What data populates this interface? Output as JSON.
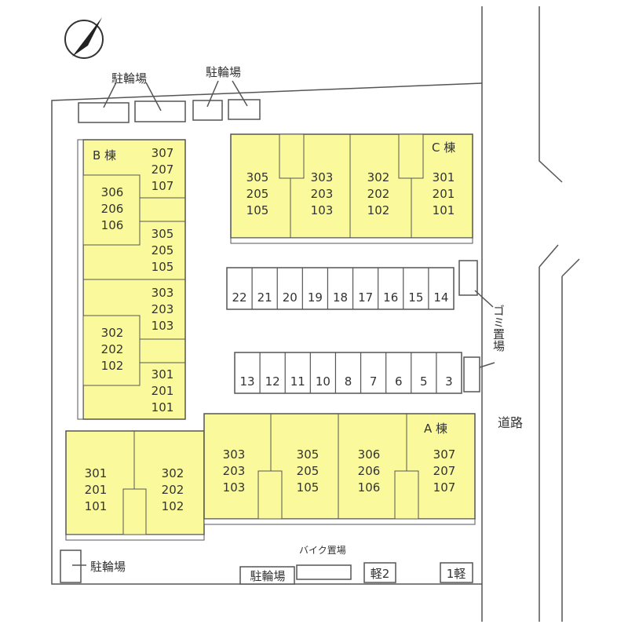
{
  "colors": {
    "building": "#fafa9c",
    "line": "#555555",
    "ground": "#ffffff"
  },
  "icons": {
    "compass": "north-arrow-icon"
  },
  "labels": {
    "bicycle_parking": "駐輪場",
    "garbage": "ゴミ置場",
    "road": "道路",
    "bike_parking": "バイク置場",
    "kei2": "軽2",
    "kei1": "1軽"
  },
  "building_c": {
    "name": "C 棟",
    "units": [
      "305\n205\n105",
      "303\n203\n103",
      "302\n202\n102",
      "301\n201\n101"
    ]
  },
  "building_b": {
    "name": "B 棟",
    "units": [
      "307\n207\n107",
      "306\n206\n106",
      "305\n205\n105",
      "303\n203\n103",
      "302\n202\n102",
      "301\n201\n101"
    ]
  },
  "building_a": {
    "name": "A 棟",
    "units": [
      "301\n201\n101",
      "302\n202\n102",
      "303\n203\n103",
      "305\n205\n105",
      "306\n206\n106",
      "307\n207\n107"
    ]
  },
  "parking_row1": [
    "22",
    "21",
    "20",
    "19",
    "18",
    "17",
    "16",
    "15",
    "14"
  ],
  "parking_row2": [
    "13",
    "12",
    "11",
    "10",
    "8",
    "7",
    "6",
    "5",
    "3"
  ]
}
